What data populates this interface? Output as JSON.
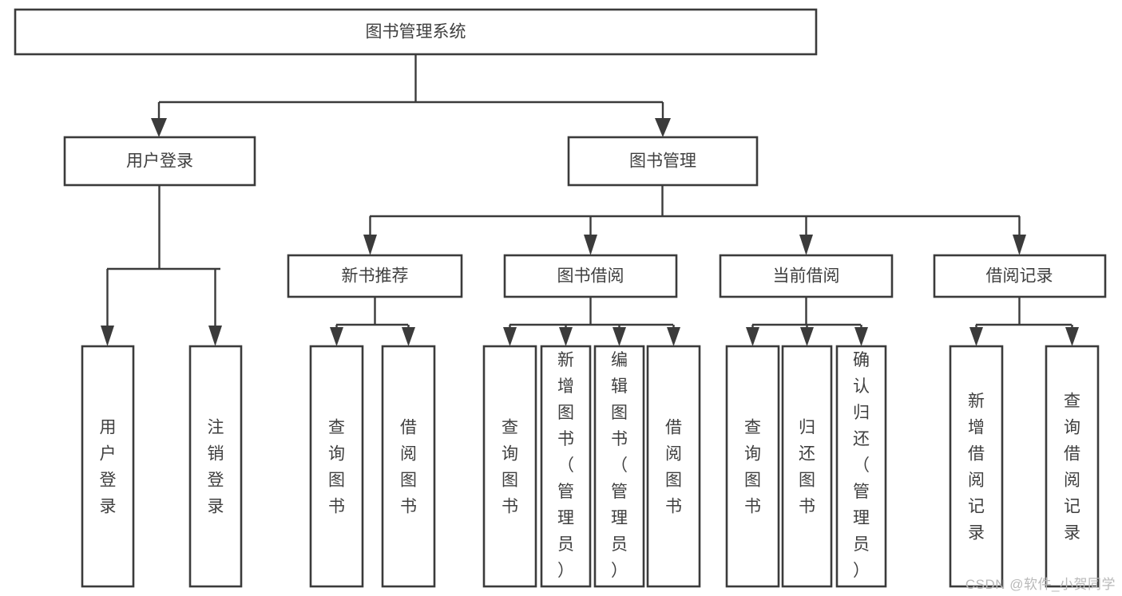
{
  "diagram": {
    "title": "图书管理系统",
    "type": "tree-hierarchy-flowchart",
    "watermark": "CSDN @软件_小贺同学",
    "colors": {
      "background": "#ffffff",
      "box_fill": "#ffffff",
      "box_stroke": "#3b3b3b",
      "connector": "#3b3b3b",
      "text": "#3f3f3f",
      "watermark": "#b9b9b9"
    },
    "root": {
      "id": "root",
      "label": "图书管理系统"
    },
    "level2": [
      {
        "id": "user-login",
        "label": "用户登录"
      },
      {
        "id": "book-management",
        "label": "图书管理"
      }
    ],
    "level3": [
      {
        "id": "new-book-recommend",
        "label": "新书推荐",
        "parent": "book-management"
      },
      {
        "id": "book-borrow",
        "label": "图书借阅",
        "parent": "book-management"
      },
      {
        "id": "current-borrow",
        "label": "当前借阅",
        "parent": "book-management"
      },
      {
        "id": "borrow-record",
        "label": "借阅记录",
        "parent": "book-management"
      }
    ],
    "leaves": [
      {
        "id": "leaf-user-login",
        "label": "用户登录",
        "parent": "user-login"
      },
      {
        "id": "leaf-logout",
        "label": "注销登录",
        "parent": "user-login"
      },
      {
        "id": "leaf-query-book-1",
        "label": "查询图书",
        "parent": "new-book-recommend"
      },
      {
        "id": "leaf-borrow-book-1",
        "label": "借阅图书",
        "parent": "new-book-recommend"
      },
      {
        "id": "leaf-query-book-2",
        "label": "查询图书",
        "parent": "book-borrow"
      },
      {
        "id": "leaf-add-book",
        "label": "新增图书（管理员）",
        "parent": "book-borrow"
      },
      {
        "id": "leaf-edit-book",
        "label": "编辑图书（管理员）",
        "parent": "book-borrow"
      },
      {
        "id": "leaf-borrow-book-2",
        "label": "借阅图书",
        "parent": "book-borrow"
      },
      {
        "id": "leaf-query-book-3",
        "label": "查询图书",
        "parent": "current-borrow"
      },
      {
        "id": "leaf-return-book",
        "label": "归还图书",
        "parent": "current-borrow"
      },
      {
        "id": "leaf-confirm-return",
        "label": "确认归还（管理员）",
        "parent": "current-borrow"
      },
      {
        "id": "leaf-add-record",
        "label": "新增借阅记录",
        "parent": "borrow-record"
      },
      {
        "id": "leaf-query-record",
        "label": "查询借阅记录",
        "parent": "borrow-record"
      }
    ]
  }
}
